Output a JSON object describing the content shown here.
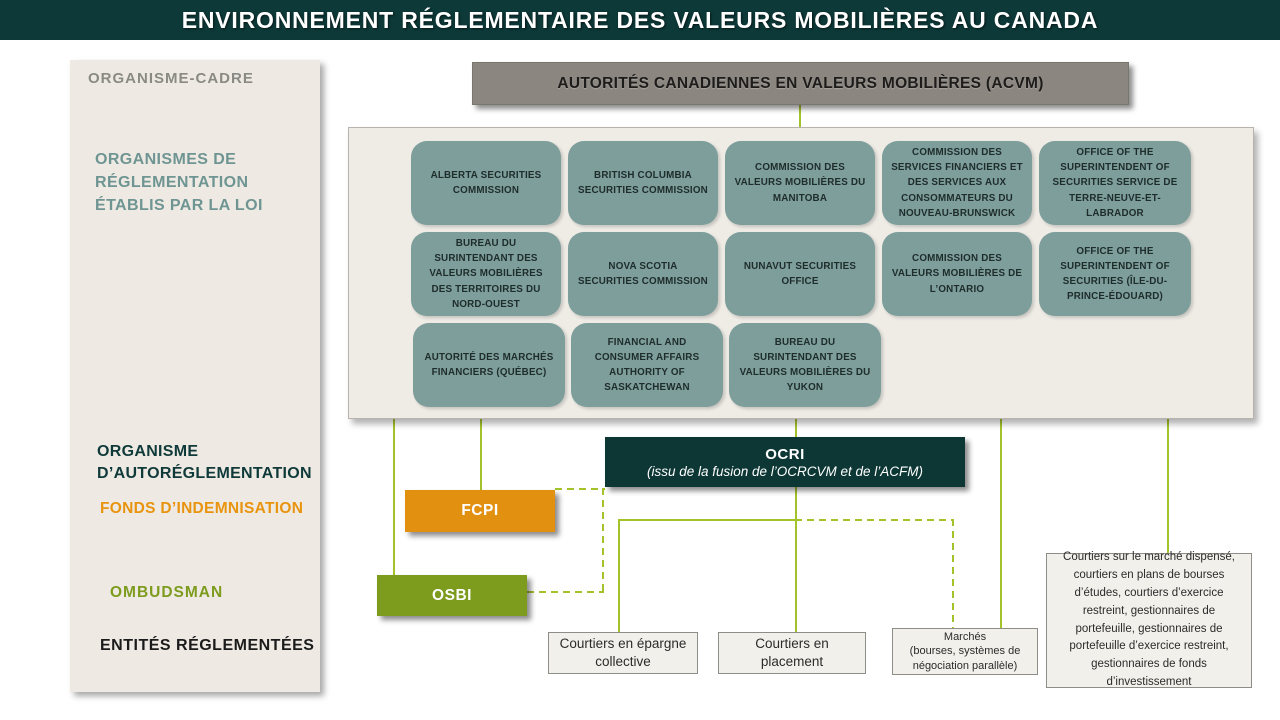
{
  "colors": {
    "dark_teal": "#0d3938",
    "sage_box": "#7d9e9b",
    "accent_line_green": "#a4c32b",
    "orange": "#e2900f",
    "olive_green": "#7d9b1d",
    "panel_beige": "#efece6",
    "acvm_gray": "#8b8680"
  },
  "banner": {
    "title": "ENVIRONNEMENT RÉGLEMENTAIRE DES VALEURS MOBILIÈRES AU CANADA"
  },
  "sidebar": {
    "organisme_cadre": "ORGANISME-CADRE",
    "organismes_reglementation": "ORGANISMES DE RÉGLEMENTATION ÉTABLIS PAR LA LOI",
    "organisme_autoreglementation": "ORGANISME D’AUTORÉGLEMENTATION",
    "fonds_indemnisation": "FONDS D’INDEMNISATION",
    "ombudsman": "OMBUDSMAN",
    "entites_reglementees": "ENTITÉS RÉGLEMENTÉES"
  },
  "acvm": {
    "title": "AUTORITÉS CANADIENNES EN VALEURS MOBILIÈRES (ACVM)"
  },
  "regulators": {
    "items": [
      "ALBERTA SECURITIES COMMISSION",
      "BRITISH COLUMBIA SECURITIES COMMISSION",
      "COMMISSION DES VALEURS MOBILIÈRES DU MANITOBA",
      "COMMISSION DES SERVICES FINANCIERS ET DES SERVICES AUX CONSOMMATEURS DU NOUVEAU-BRUNSWICK",
      "OFFICE OF THE SUPERINTENDENT OF SECURITIES SERVICE DE TERRE-NEUVE-ET-LABRADOR",
      "BUREAU DU SURINTENDANT DES VALEURS MOBILIÈRES DES TERRITOIRES DU NORD-OUEST",
      "NOVA SCOTIA SECURITIES COMMISSION",
      "NUNAVUT SECURITIES OFFICE",
      "COMMISSION DES VALEURS MOBILIÈRES DE L’ONTARIO",
      "OFFICE OF THE SUPERINTENDENT OF SECURITIES (ÎLE-DU-PRINCE-ÉDOUARD)",
      "AUTORITÉ DES MARCHÉS FINANCIERS (QUÉBEC)",
      "FINANCIAL AND CONSUMER AFFAIRS AUTHORITY OF SASKATCHEWAN",
      "BUREAU DU SURINTENDANT DES VALEURS MOBILIÈRES DU YUKON"
    ]
  },
  "ocri": {
    "title": "OCRI",
    "subtitle": "(issu de la fusion de l’OCRCVM et de l’ACFM)"
  },
  "fcpi": {
    "label": "FCPI"
  },
  "osbi": {
    "label": "OSBI"
  },
  "entities": {
    "courtiers_epargne": "Courtiers en épargne collective",
    "courtiers_placement": "Courtiers en placement",
    "marches_title": "Marchés",
    "marches_subtitle": "(bourses, systèmes de négociation parallèle)",
    "autres_courtiers": "Courtiers sur le marché dispensé, courtiers en plans de bourses d’études, courtiers d’exercice restreint, gestionnaires de portefeuille, gestionnaires de portefeuille d’exercice restreint, gestionnaires de fonds d’investissement"
  }
}
